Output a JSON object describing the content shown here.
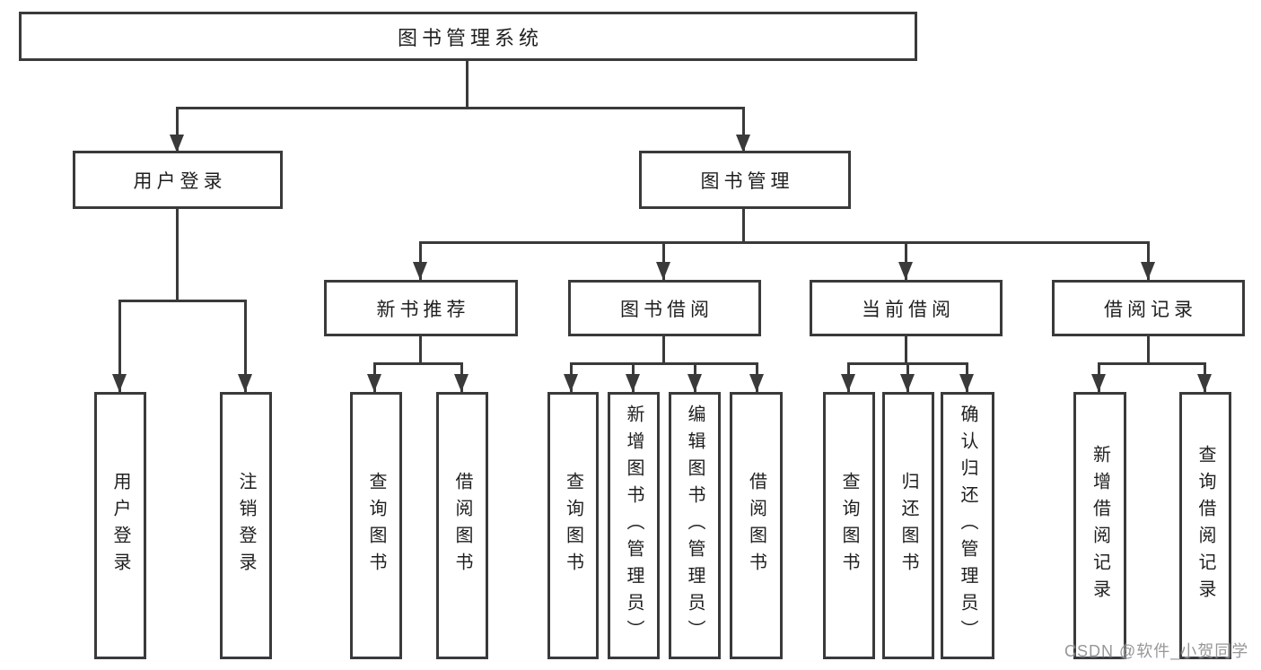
{
  "colors": {
    "line": "#3a3a3a",
    "text": "#1f1f1f",
    "background": "#ffffff",
    "watermark": "#8c8c8c"
  },
  "watermark": {
    "text": "CSDN @软件_小贺同学"
  },
  "diagram": {
    "root": {
      "label": "图书管理系统"
    },
    "branches": [
      {
        "label": "用户登录",
        "children": [
          {
            "label": "用户登录"
          },
          {
            "label": "注销登录"
          }
        ]
      },
      {
        "label": "图书管理",
        "children": [
          {
            "label": "新书推荐",
            "children": [
              {
                "label": "查询图书"
              },
              {
                "label": "借阅图书"
              }
            ]
          },
          {
            "label": "图书借阅",
            "children": [
              {
                "label": "查询图书"
              },
              {
                "label": "新增图书（管理员）"
              },
              {
                "label": "编辑图书（管理员）"
              },
              {
                "label": "借阅图书"
              }
            ]
          },
          {
            "label": "当前借阅",
            "children": [
              {
                "label": "查询图书"
              },
              {
                "label": "归还图书"
              },
              {
                "label": "确认归还（管理员）"
              }
            ]
          },
          {
            "label": "借阅记录",
            "children": [
              {
                "label": "新增借阅记录"
              },
              {
                "label": "查询借阅记录"
              }
            ]
          }
        ]
      }
    ]
  }
}
